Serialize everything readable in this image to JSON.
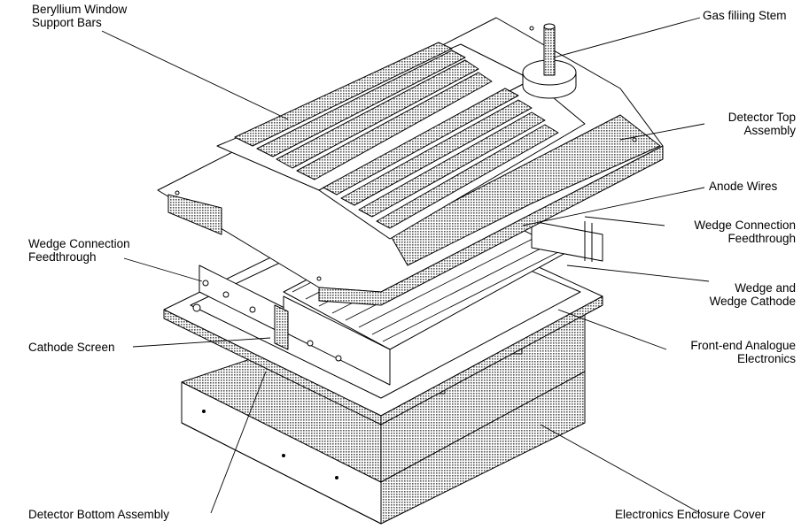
{
  "labels": {
    "beryllium": [
      "Beryllium Window",
      "Support Bars"
    ],
    "gas": "Gas filiing Stem",
    "top_assembly": [
      "Detector Top",
      "Assembly"
    ],
    "anode": "Anode Wires",
    "feed_right": [
      "Wedge Connection",
      "Feedthrough"
    ],
    "feed_left": [
      "Wedge Connection",
      "Feedthrough"
    ],
    "wedge": [
      "Wedge and",
      "Wedge Cathode"
    ],
    "cathode_screen": "Cathode Screen",
    "frontend": [
      "Front-end Analogue",
      "Electronics"
    ],
    "bottom_assembly": "Detector Bottom Assembly",
    "enclosure": "Electronics Enclosure Cover"
  },
  "colors": {
    "ink": "#000000",
    "hatch": "#9a9a9a"
  }
}
